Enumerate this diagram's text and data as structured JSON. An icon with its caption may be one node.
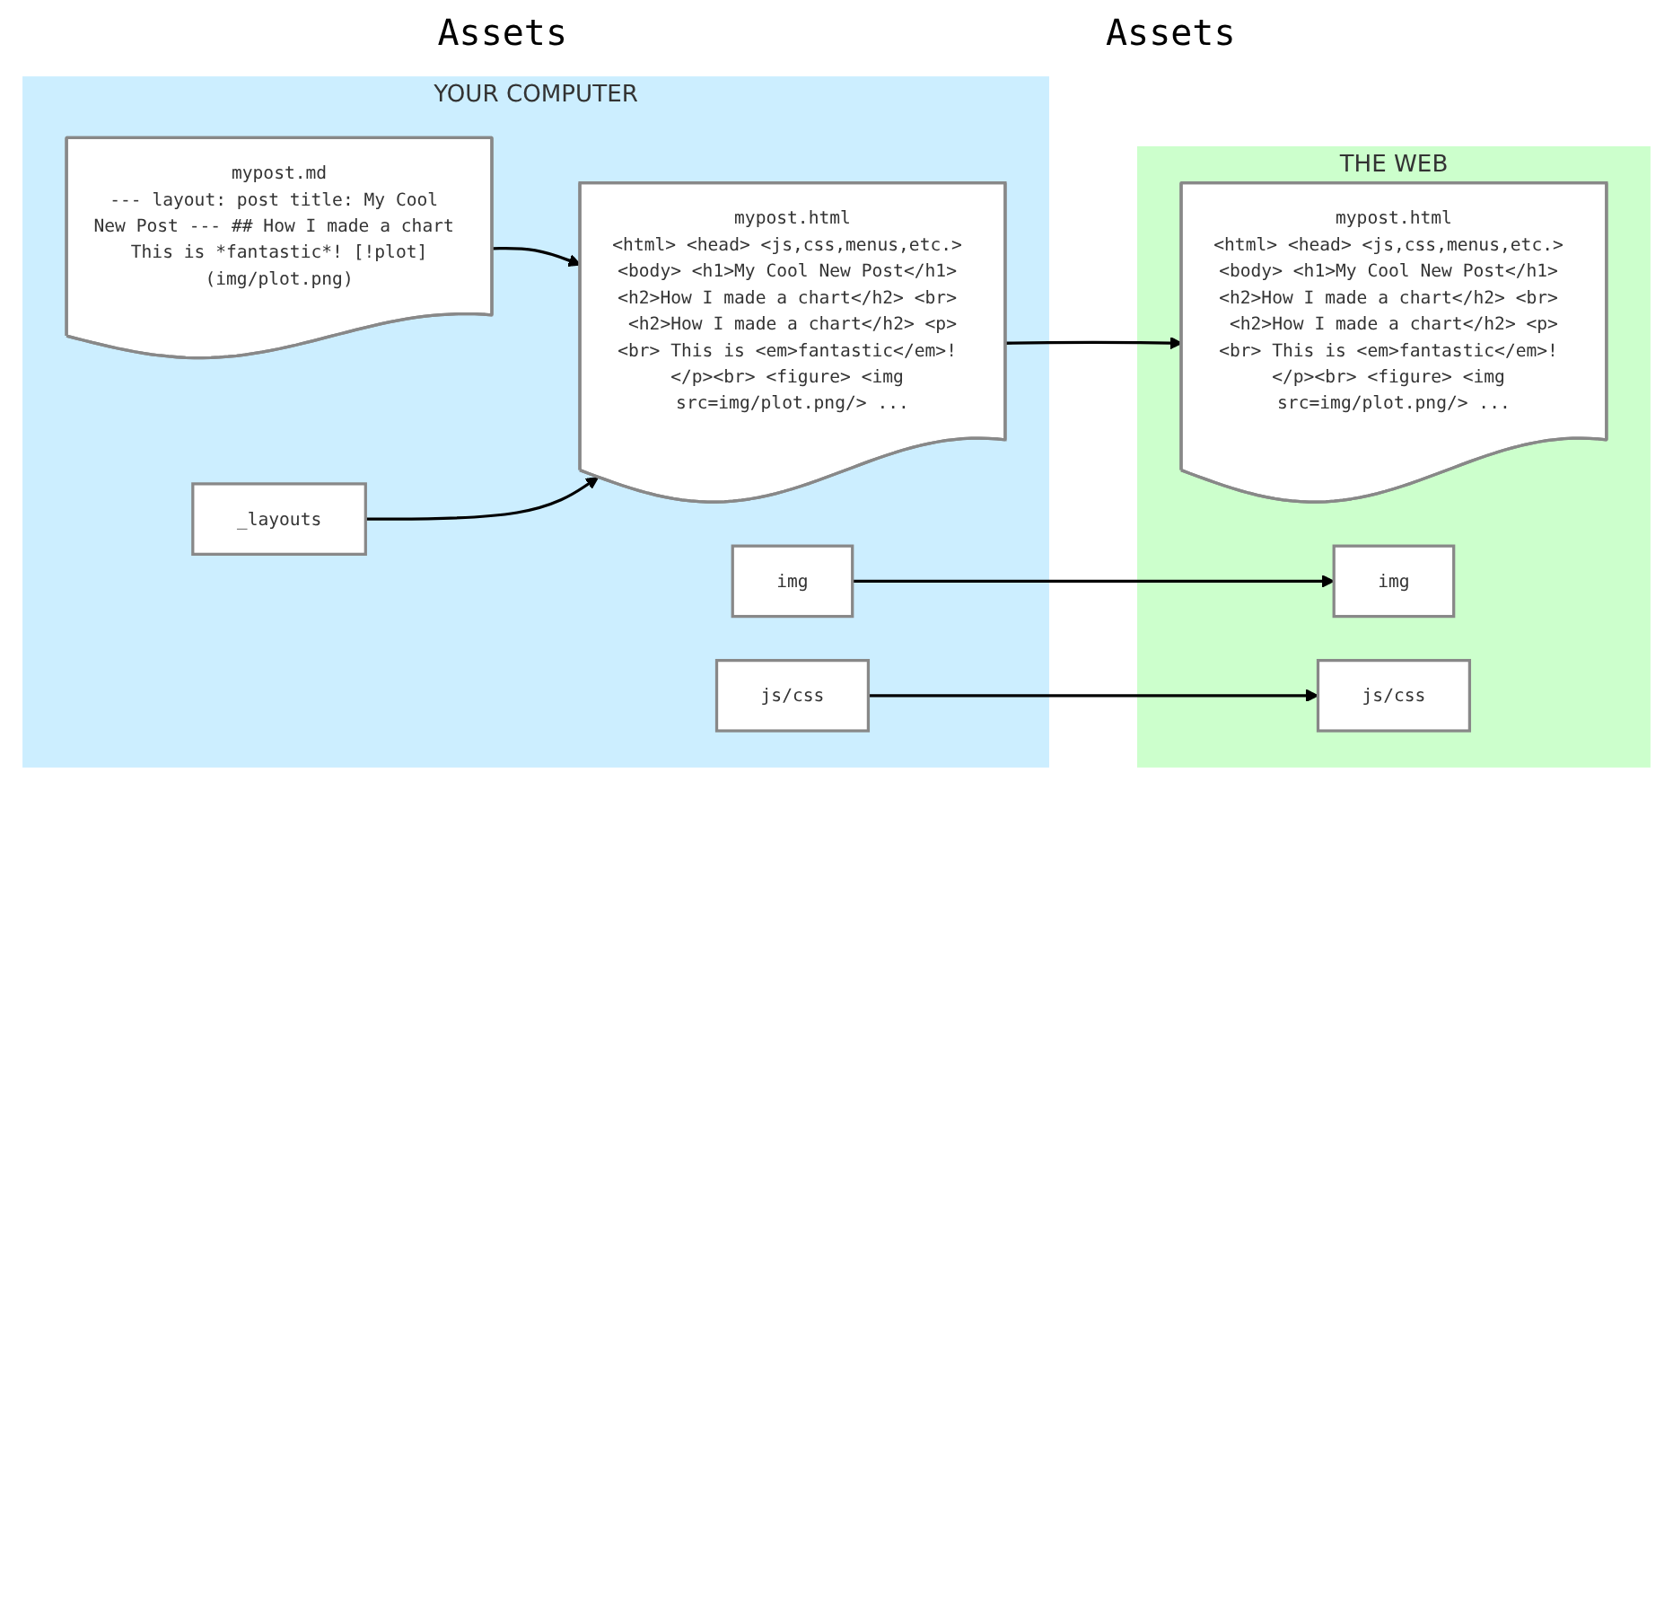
{
  "diagram": {
    "nodes": [
      {
        "text": [
          "YOUR COMPUTER"
        ]
      },
      {
        "text": [
          "mypost.md",
          "--- layout: post title: My Cool New Post --- ## How I made a chart This is *fantastic*! [!plot](img/plot.png)"
        ],
        "in": 0
      },
      {
        "text": [
          "mypost.html",
          "<html> <head> <js,css,menus,etc.> <body> <h1>My Cool New Post</h1> <h2>How I made a chart</h2> <br> <h2>How I made a chart</h2> <p><br> This is <em>fantastic</em>! </p><br> <figure> <img src=img/plot.png/> ..."
        ],
        "in": 0
      },
      {
        "text": [
          "_layouts"
        ],
        "in": 0
      },
      {
        "text": [
          "img"
        ],
        "in": 0
      },
      {
        "text": [
          "js/css"
        ],
        "in": 0
      },
      {
        "text": [
          "THE WEB"
        ]
      },
      {
        "text": [
          "mypost.html",
          "<html> <head> <js,css,menus,etc.> <body> <h1>My Cool New Post</h1> <h2>How I made a chart</h2> <br> <h2>How I made a chart</h2> <p><br> This is <em>fantastic</em>! </p><br> <figure> <img src=img/plot.png/> ..."
        ],
        "in": 6
      },
      {
        "text": [
          "img"
        ],
        "in": 6
      },
      {
        "text": [
          "js/css"
        ],
        "in": 6
      }
    ],
    "edges": [
      {
        "from": 1,
        "to": 2,
        "arrow": "to"
      },
      {
        "from": 3,
        "to": 2,
        "arrow": "to"
      },
      {
        "from": 2,
        "to": 7,
        "arrow": "to"
      },
      {
        "from": 4,
        "to": 8,
        "arrow": "to"
      },
      {
        "from": 5,
        "to": 9,
        "arrow": "to"
      }
    ],
    "labels": [
      "Assets",
      "Assets"
    ]
  }
}
